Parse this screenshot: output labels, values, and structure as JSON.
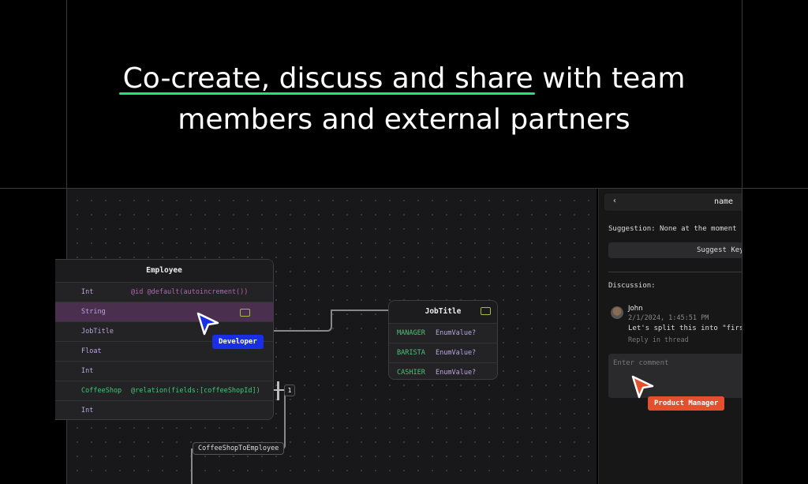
{
  "headline": {
    "highlight": "Co-create, discuss and share",
    "rest_line1": " with team",
    "line2": "members and external partners"
  },
  "employee": {
    "title": "Employee",
    "rows": [
      {
        "type": "Int",
        "attr": "@id @default(autoincrement())"
      },
      {
        "type": "String",
        "attr": ""
      },
      {
        "type": "JobTitle",
        "attr": ""
      },
      {
        "type": "Float",
        "attr": ""
      },
      {
        "type": "Int",
        "attr": ""
      },
      {
        "type": "CoffeeShop",
        "attr": "@relation(fields:[coffeeShopId])"
      },
      {
        "type": "Int",
        "attr": ""
      }
    ]
  },
  "jobtitle": {
    "title": "JobTitle",
    "rows": [
      {
        "name": "MANAGER",
        "type": "EnumValue?"
      },
      {
        "name": "BARISTA",
        "type": "EnumValue?"
      },
      {
        "name": "CASHIER",
        "type": "EnumValue?"
      }
    ]
  },
  "relation": {
    "label": "CoffeeShopToEmployee",
    "cardinality": "1"
  },
  "cursors": {
    "developer": {
      "label": "Developer",
      "color": "#1a2ee6"
    },
    "pm": {
      "label": "Product Manager",
      "color": "#e4502e"
    }
  },
  "panel": {
    "back": "‹",
    "field": "name",
    "suggestion": "Suggestion: None at the moment",
    "suggest_button": "Suggest Key",
    "discussion": "Discussion:",
    "comment": {
      "author": "John",
      "time": "2/1/2024, 1:45:51 PM",
      "text": "Let's split this into \"firstName\"",
      "reply": "Reply in thread"
    },
    "input_placeholder": "Enter comment"
  },
  "colors": {
    "accent": "#22e07a"
  }
}
